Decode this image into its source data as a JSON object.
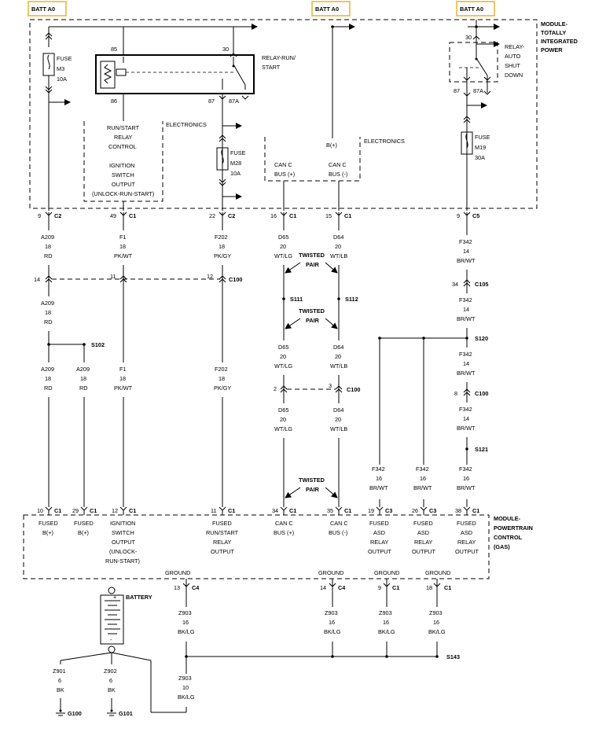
{
  "batt_labels": [
    "BATT A0",
    "BATT A0",
    "BATT A0"
  ],
  "tipm": {
    "title": [
      "MODULE-",
      "TOTALLY",
      "INTEGRATED",
      "POWER"
    ],
    "fuse_m3": [
      "FUSE",
      "M3",
      "10A"
    ],
    "relay_run_start": [
      "RELAY-RUN/",
      "START"
    ],
    "relay_auto_shutdown": [
      "RELAY-",
      "AUTO",
      "SHUT",
      "DOWN"
    ],
    "fuse_m28": [
      "FUSE",
      "M28",
      "10A"
    ],
    "fuse_m19": [
      "FUSE",
      "M19",
      "30A"
    ],
    "pins": [
      "85",
      "30",
      "86",
      "87",
      "87A",
      "30",
      "87",
      "87A"
    ],
    "electronics1": "ELECTRONICS",
    "electronics1_lines": [
      "RUN/START",
      "RELAY",
      "CONTROL",
      "IGNITION",
      "SWITCH",
      "OUTPUT",
      "(UNLOCK-RUN-START)"
    ],
    "electronics2": "ELECTRONICS",
    "electronics2_lines": [
      "B(+)",
      "CAN C",
      "CAN C",
      "BUS (+)",
      "BUS (-)"
    ]
  },
  "pcm": {
    "title": [
      "MODULE-",
      "POWERTRAIN",
      "CONTROL",
      "(GAS)"
    ],
    "pins": [
      [
        "10",
        "C1"
      ],
      [
        "29",
        "C1"
      ],
      [
        "12",
        "C1"
      ],
      [
        "11",
        "C1"
      ],
      [
        "34",
        "C1"
      ],
      [
        "35",
        "C1"
      ],
      [
        "19",
        "C3"
      ],
      [
        "26",
        "C3"
      ],
      [
        "38",
        "C1"
      ]
    ],
    "labels": [
      [
        "FUSED",
        "B(+)"
      ],
      [
        "FUSED",
        "B(+)"
      ],
      [
        "IGNITION",
        "SWITCH",
        "OUTPUT",
        "(UNLOCK-",
        "RUN-START)"
      ],
      [
        "FUSED",
        "RUN/START",
        "RELAY",
        "OUTPUT"
      ],
      [
        "CAN C",
        "BUS (+)"
      ],
      [
        "CAN C",
        "BUS (-)"
      ],
      [
        "FUSED",
        "ASD",
        "RELAY",
        "OUTPUT"
      ],
      [
        "FUSED",
        "ASD",
        "RELAY",
        "OUTPUT"
      ],
      [
        "FUSED",
        "ASD",
        "RELAY",
        "OUTPUT"
      ]
    ],
    "grounds": [
      "GROUND",
      "GROUND",
      "GROUND",
      "GROUND"
    ],
    "ground_pins": [
      [
        "13",
        "C4"
      ],
      [
        "14",
        "C4"
      ],
      [
        "9",
        "C1"
      ],
      [
        "18",
        "C1"
      ]
    ]
  },
  "tipm_connectors": [
    [
      "9",
      "C2"
    ],
    [
      "49",
      "C1"
    ],
    [
      "22",
      "C2"
    ],
    [
      "16",
      "C1"
    ],
    [
      "15",
      "C1"
    ],
    [
      "9",
      "C5"
    ]
  ],
  "wires": {
    "a209": [
      "A209",
      "18",
      "RD"
    ],
    "f1": [
      "F1",
      "18",
      "PK/WT"
    ],
    "f202": [
      "F202",
      "18",
      "PK/GY"
    ],
    "d65": [
      "D65",
      "20",
      "WT/LG"
    ],
    "d64": [
      "D64",
      "20",
      "WT/LB"
    ],
    "f342_14": [
      "F342",
      "14",
      "BR/WT"
    ],
    "f342_16": [
      "F342",
      "16",
      "BR/WT"
    ],
    "z903_16": [
      "Z903",
      "16",
      "BK/LG"
    ],
    "z903_10": [
      "Z903",
      "10",
      "BK/LG"
    ],
    "z901": [
      "Z901",
      "6",
      "BK"
    ],
    "z902": [
      "Z902",
      "6",
      "BK"
    ]
  },
  "connectors": {
    "c100_pins": [
      "14",
      "11",
      "12"
    ],
    "c100": "C100",
    "c100b_pins": [
      "2",
      "3"
    ],
    "c100c_pin": "8",
    "c105_pin": "34",
    "c105": "C105"
  },
  "splices": [
    "S102",
    "S111",
    "S112",
    "S120",
    "S121",
    "S143"
  ],
  "twisted_pair": [
    "TWISTED",
    "PAIR"
  ],
  "battery": "BATTERY",
  "grounds": [
    "G100",
    "G101"
  ]
}
